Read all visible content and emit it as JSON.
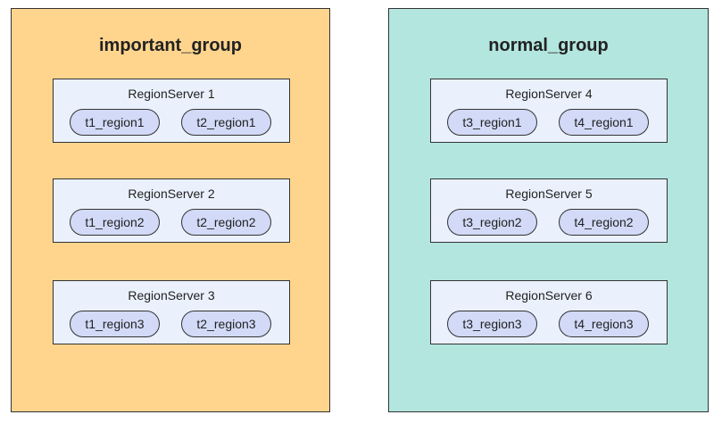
{
  "colors": {
    "important_group_fill": "#FFD58E",
    "normal_group_fill": "#B3E6DF",
    "server_fill": "#EAF1FD",
    "region_fill": "#D2DAF7"
  },
  "groups": [
    {
      "name": "important_group",
      "servers": [
        {
          "label": "RegionServer 1",
          "regions": [
            "t1_region1",
            "t2_region1"
          ]
        },
        {
          "label": "RegionServer 2",
          "regions": [
            "t1_region2",
            "t2_region2"
          ]
        },
        {
          "label": "RegionServer 3",
          "regions": [
            "t1_region3",
            "t2_region3"
          ]
        }
      ]
    },
    {
      "name": "normal_group",
      "servers": [
        {
          "label": "RegionServer 4",
          "regions": [
            "t3_region1",
            "t4_region1"
          ]
        },
        {
          "label": "RegionServer 5",
          "regions": [
            "t3_region2",
            "t4_region2"
          ]
        },
        {
          "label": "RegionServer 6",
          "regions": [
            "t3_region3",
            "t4_region3"
          ]
        }
      ]
    }
  ]
}
